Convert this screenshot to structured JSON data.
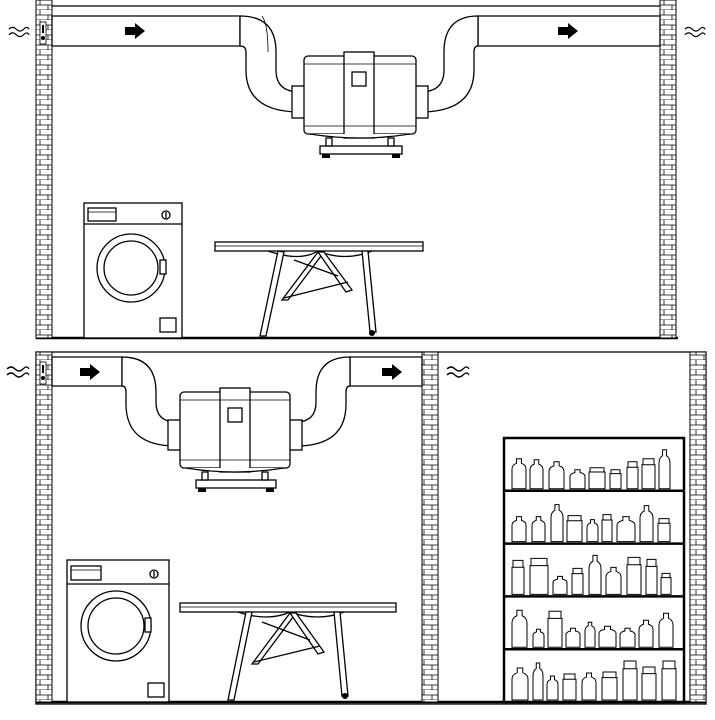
{
  "scenes": [
    {
      "label": "single-room",
      "airflow_arrow_count": 2,
      "contains": [
        "air-intake-symbol",
        "supply-duct",
        "dehumidifier-unit",
        "washing-machine",
        "drying-rack",
        "air-exhaust-symbol"
      ]
    },
    {
      "label": "two-rooms",
      "airflow_arrow_count": 2,
      "contains": [
        "air-intake-symbol",
        "supply-duct",
        "dehumidifier-unit",
        "washing-machine",
        "drying-rack",
        "air-exhaust-symbol",
        "pantry-shelf"
      ]
    }
  ],
  "pantry_shelf": {
    "shelf_count": 5
  },
  "icons": [
    "wavy-air-icon",
    "arrow-right-icon",
    "sensor-icon"
  ],
  "colors": {
    "line": "#000000",
    "background": "#ffffff"
  }
}
